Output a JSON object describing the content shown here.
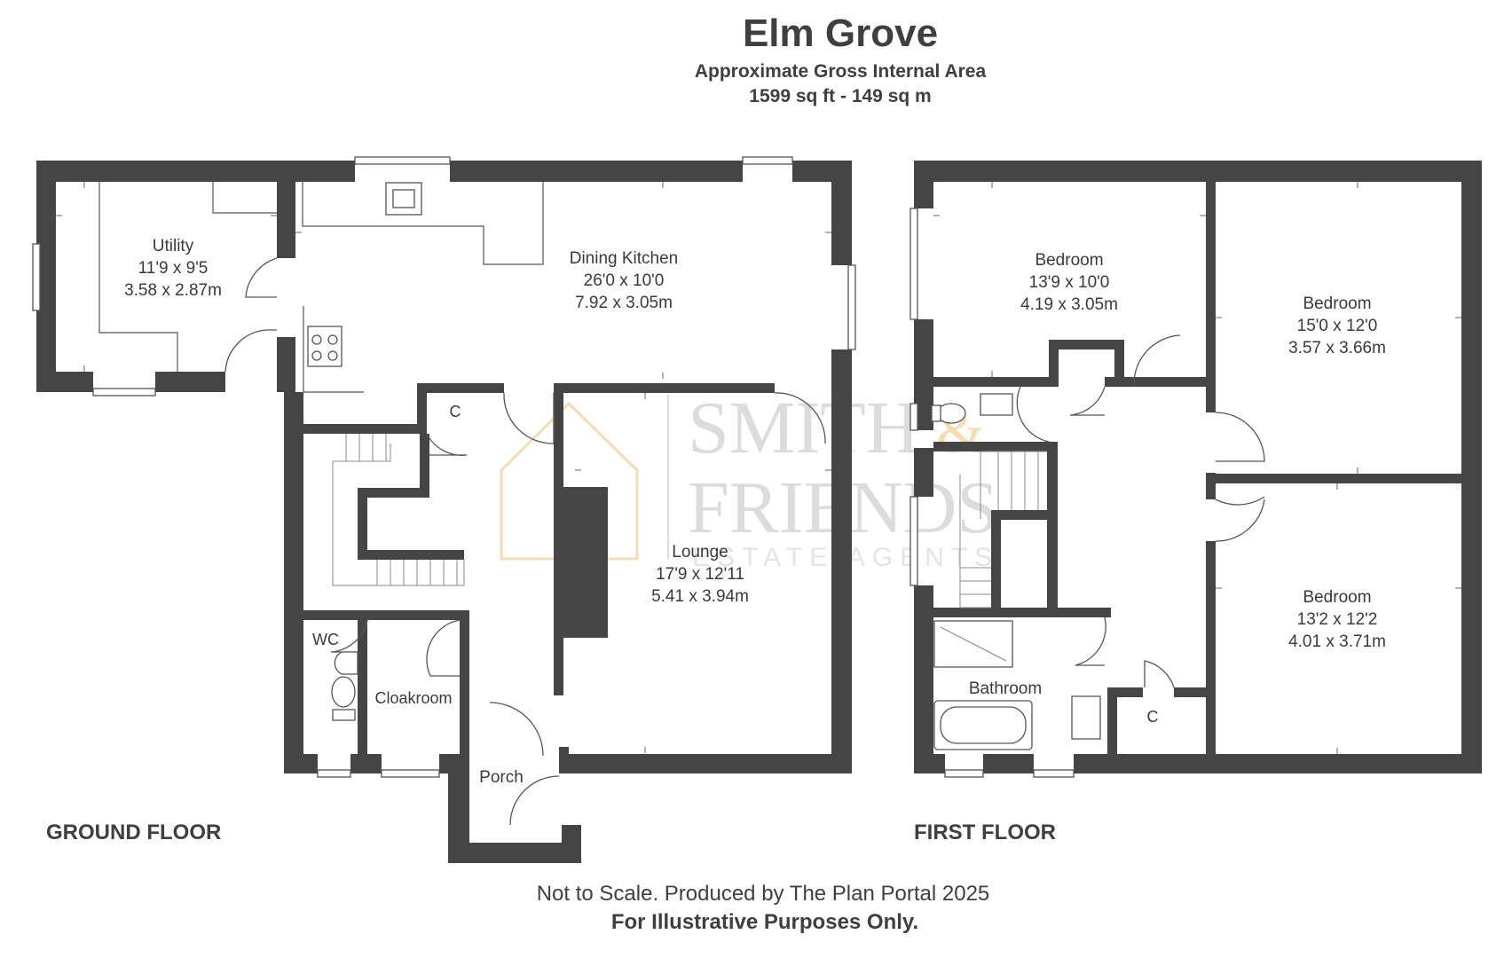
{
  "header": {
    "title": "Elm Grove",
    "subtitle": "Approximate Gross Internal Area",
    "area": "1599 sq ft - 149 sq m"
  },
  "floors": {
    "ground": {
      "label": "GROUND FLOOR",
      "rooms": {
        "utility": {
          "name": "Utility",
          "imperial": "11'9 x 9'5",
          "metric": "3.58 x 2.87m"
        },
        "dining_kitchen": {
          "name": "Dining Kitchen",
          "imperial": "26'0 x 10'0",
          "metric": "7.92 x 3.05m"
        },
        "lounge": {
          "name": "Lounge",
          "imperial": "17'9 x 12'11",
          "metric": "5.41 x 3.94m"
        },
        "cupboard": {
          "name": "C"
        },
        "wc": {
          "name": "WC"
        },
        "cloakroom": {
          "name": "Cloakroom"
        },
        "porch": {
          "name": "Porch"
        }
      }
    },
    "first": {
      "label": "FIRST FLOOR",
      "rooms": {
        "bedroom_1": {
          "name": "Bedroom",
          "imperial": "13'9 x 10'0",
          "metric": "4.19 x 3.05m"
        },
        "bedroom_2": {
          "name": "Bedroom",
          "imperial": "15'0 x 12'0",
          "metric": "3.57 x 3.66m"
        },
        "bedroom_3": {
          "name": "Bedroom",
          "imperial": "13'2 x 12'2",
          "metric": "4.01 x 3.71m"
        },
        "bathroom": {
          "name": "Bathroom"
        },
        "cupboard": {
          "name": "C"
        }
      }
    }
  },
  "watermark": {
    "line1": "SMITH",
    "ampersand": "&",
    "line2": "FRIENDS",
    "line3": "ESTATE AGENTS"
  },
  "footer": {
    "line1": "Not to Scale. Produced by The Plan Portal 2025",
    "line2": "For Illustrative Purposes Only."
  },
  "colors": {
    "wall": "#454545",
    "text": "#3a3a3a",
    "watermark_accent": "#f6dcb2"
  }
}
